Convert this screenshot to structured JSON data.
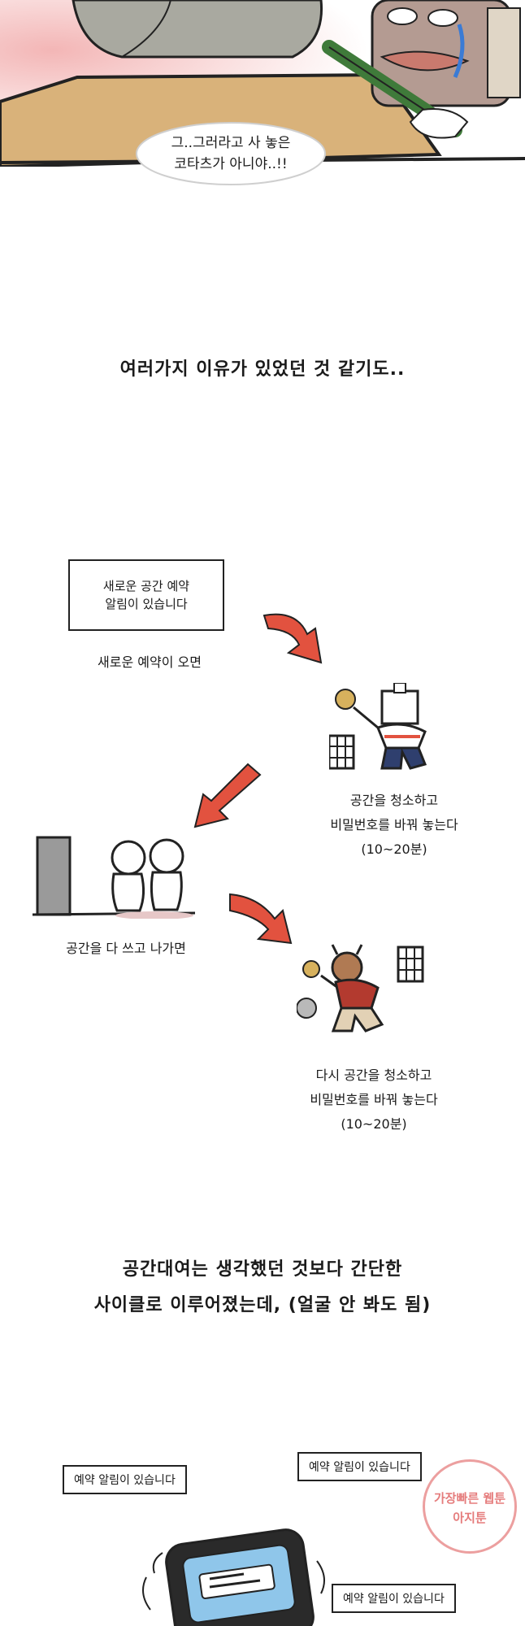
{
  "top_panel": {
    "speech": {
      "line1": "그..그러라고 사 놓은",
      "line2": "코타츠가 아니야..!!"
    }
  },
  "narration1": "여러가지 이유가 있었던 것 같기도..",
  "cycle": {
    "notification_box": {
      "line1": "새로운 공간 예약",
      "line2": "알림이 있습니다"
    },
    "step1_caption": "새로운 예약이 오면",
    "step2_caption": {
      "line1": "공간을 청소하고",
      "line2": "비밀번호를 바꿔 놓는다",
      "line3": "(10~20분)"
    },
    "step3_caption": "공간을 다 쓰고 나가면",
    "step4_caption": {
      "line1": "다시 공간을 청소하고",
      "line2": "비밀번호를 바꿔 놓는다",
      "line3": "(10~20분)"
    }
  },
  "narration2": {
    "line1": "공간대여는 생각했던 것보다 간단한",
    "line2": "사이클로 이루어졌는데, (얼굴 안 봐도 됨)"
  },
  "bottom_panel": {
    "alerts": [
      "예약 알림이 있습니다",
      "예약 알림이 있습니다",
      "예약 알림이 있습니다"
    ]
  },
  "watermark": {
    "line1": "가장빠른 웹툰",
    "line2": "아지툰"
  },
  "colors": {
    "arrow": "#e2523f",
    "door": "#9a9a9a",
    "bubble_bg": "#ffffff",
    "phone_screen": "#8fc6ea"
  }
}
